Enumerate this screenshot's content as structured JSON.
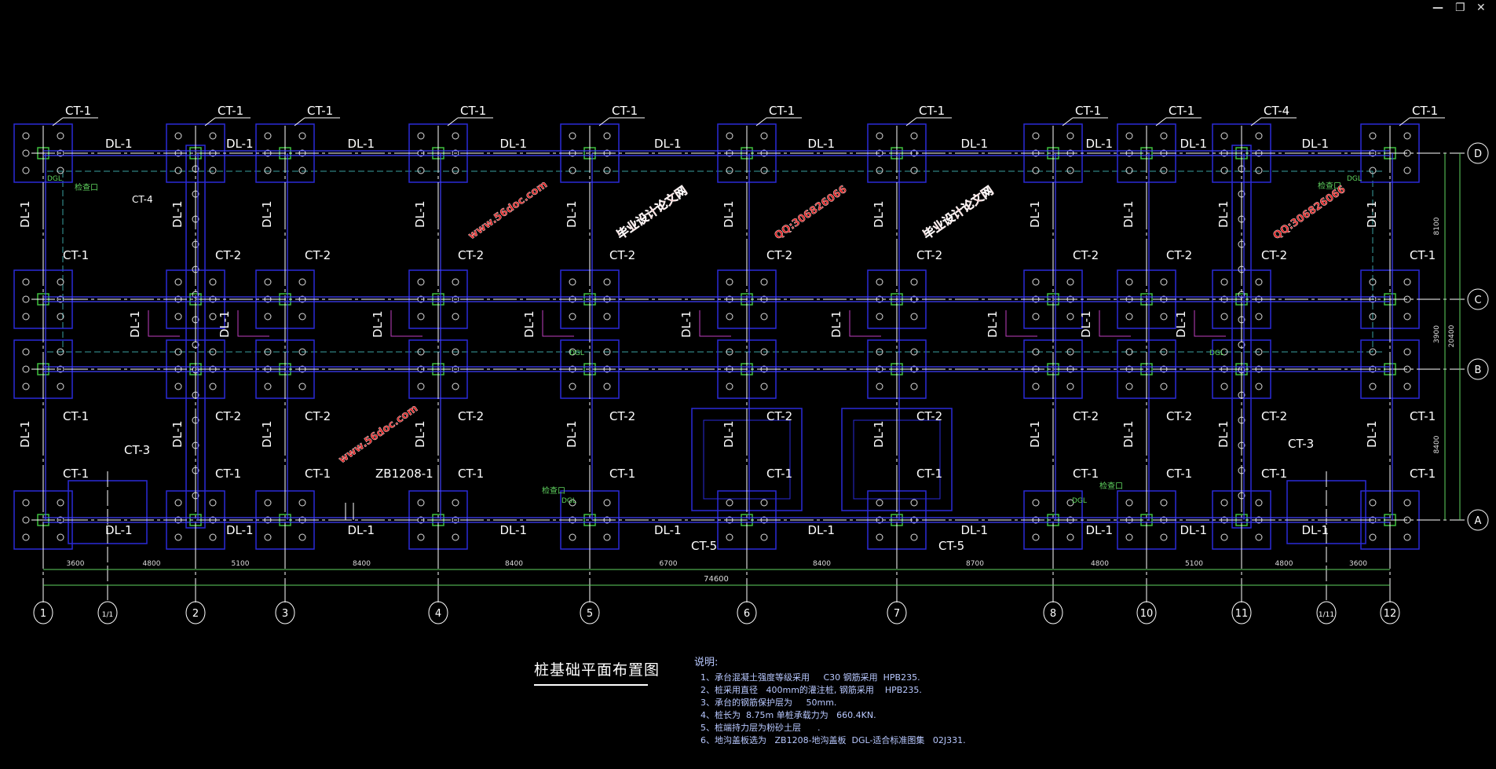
{
  "window_controls": {
    "minimize": "—",
    "restore": "❐",
    "close": "✕"
  },
  "drawing_title": "桩基础平面布置图",
  "notes": {
    "heading": "说明:",
    "items": [
      "1、承台混凝土强度等级采用     C30 钢筋采用  HPB235.",
      "2、桩采用直径   400mm的灌注桩, 钢筋采用    HPB235.",
      "3、承台的钢筋保护层为     50mm.",
      "4、桩长为  8.75m 单桩承载力为   660.4KN.",
      "5、桩端持力层为粉砂土层      .",
      "6、地沟盖板选为   ZB1208-地沟盖板  DGL-适合标准图集   02J331."
    ]
  },
  "axes_x": [
    "1",
    "1/1",
    "2",
    "3",
    "4",
    "5",
    "6",
    "7",
    "8",
    "10",
    "11",
    "1/11",
    "12"
  ],
  "axes_y": [
    "D",
    "C",
    "B",
    "A"
  ],
  "dims_bottom": [
    "3600",
    "4800",
    "5100",
    "8400",
    "8400",
    "6700",
    "8400",
    "8700",
    "4800",
    "5100",
    "4800",
    "3600"
  ],
  "dim_total": "74600",
  "dims_right": [
    "8100",
    "3900",
    "8400"
  ],
  "dim_right_total": "20400",
  "cap_labels": {
    "ct1": "CT-1",
    "ct2": "CT-2",
    "ct3": "CT-3",
    "ct4": "CT-4",
    "ct5": "CT-5"
  },
  "beam_label": "DL-1",
  "cover_label": "ZB1208-1",
  "dgl_label": "DGL",
  "inspect_label": "检查口",
  "watermarks": [
    "www.56doc.com",
    "QQ:306826066",
    "毕业设计论文网"
  ],
  "colors": {
    "bg": "#000000",
    "cap": "#2a2ad8",
    "grid": "#ffffff",
    "dim": "#5fd35f",
    "beam": "#4040ff",
    "pile_box": "#3fbf3f",
    "pink": "#c040c0",
    "watermark": "#e02020"
  }
}
